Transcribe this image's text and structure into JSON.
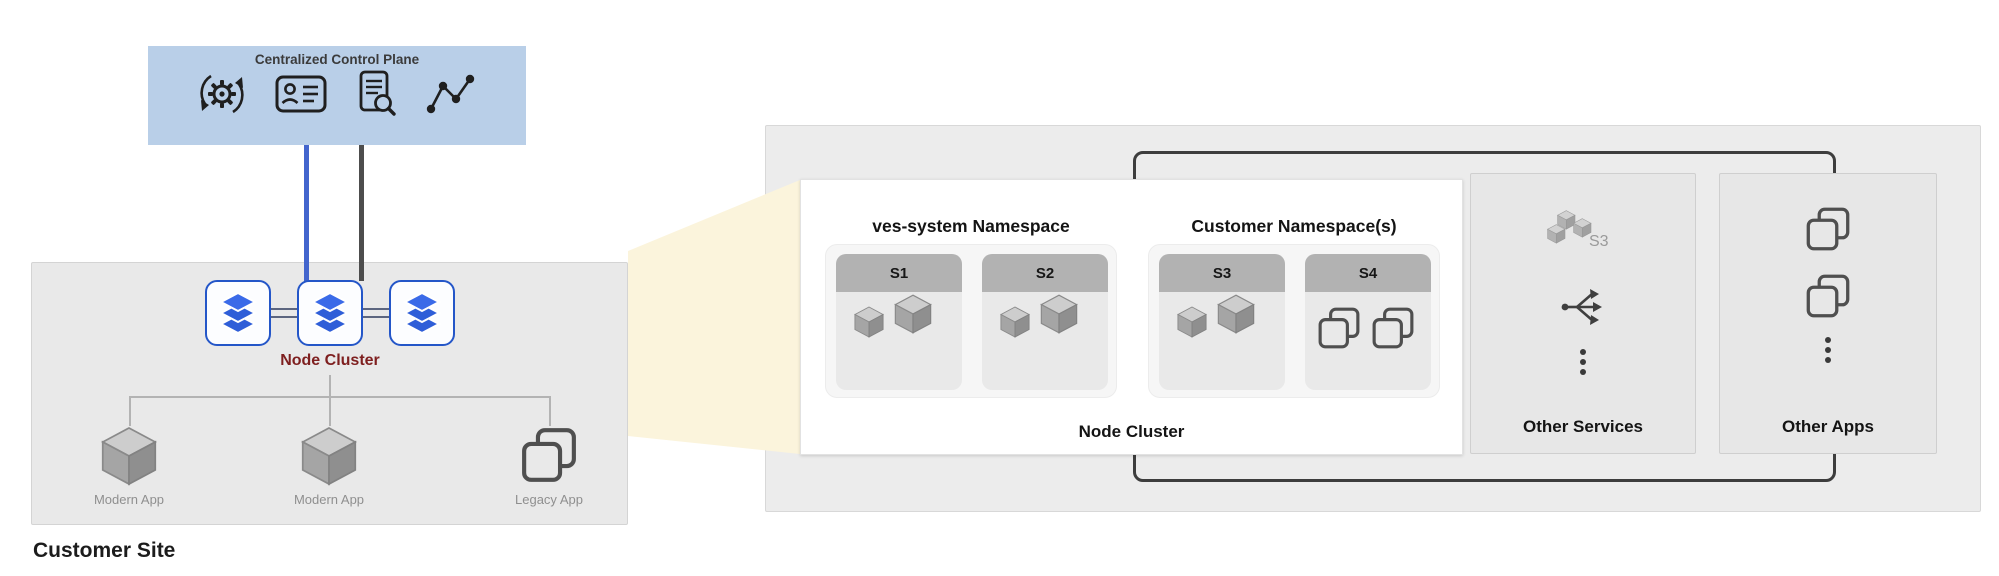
{
  "control_plane": {
    "title": "Centralized Control Plane",
    "icons": [
      "automation-gear-icon",
      "identity-card-icon",
      "audit-document-icon",
      "metrics-graph-icon"
    ]
  },
  "customer_site": {
    "site_label": "Customer Site",
    "node_cluster_label": "Node Cluster",
    "apps": [
      {
        "label": "Modern App",
        "icon": "cube-icon"
      },
      {
        "label": "Modern App",
        "icon": "cube-icon"
      },
      {
        "label": "Legacy App",
        "icon": "overlapping-squares-icon"
      }
    ]
  },
  "detail": {
    "ves_namespace": {
      "title": "ves-system Namespace",
      "services": [
        {
          "name": "S1",
          "icon": "cubes"
        },
        {
          "name": "S2",
          "icon": "cubes"
        }
      ]
    },
    "customer_namespace": {
      "title": "Customer Namespace(s)",
      "services": [
        {
          "name": "S3",
          "icon": "cubes"
        },
        {
          "name": "S4",
          "icon": "overlapping-squares"
        }
      ]
    },
    "node_cluster_label": "Node Cluster",
    "other_services": {
      "label": "Other Services",
      "s3_label": "S3",
      "icons": [
        "s3-buckets-icon",
        "service-mesh-icon",
        "vertical-ellipsis-icon"
      ]
    },
    "other_apps": {
      "label": "Other Apps",
      "icons": [
        "overlapping-squares-icon",
        "overlapping-squares-icon",
        "vertical-ellipsis-icon"
      ]
    }
  },
  "colors": {
    "control_plane_bg": "#b9cfe8",
    "node_blue": "#2f5ed8",
    "node_border_blue": "#2456c8",
    "node_cluster_text": "#7e1f1f",
    "beam": "#fbf4dc",
    "boundary_line": "#3d3d3d"
  }
}
